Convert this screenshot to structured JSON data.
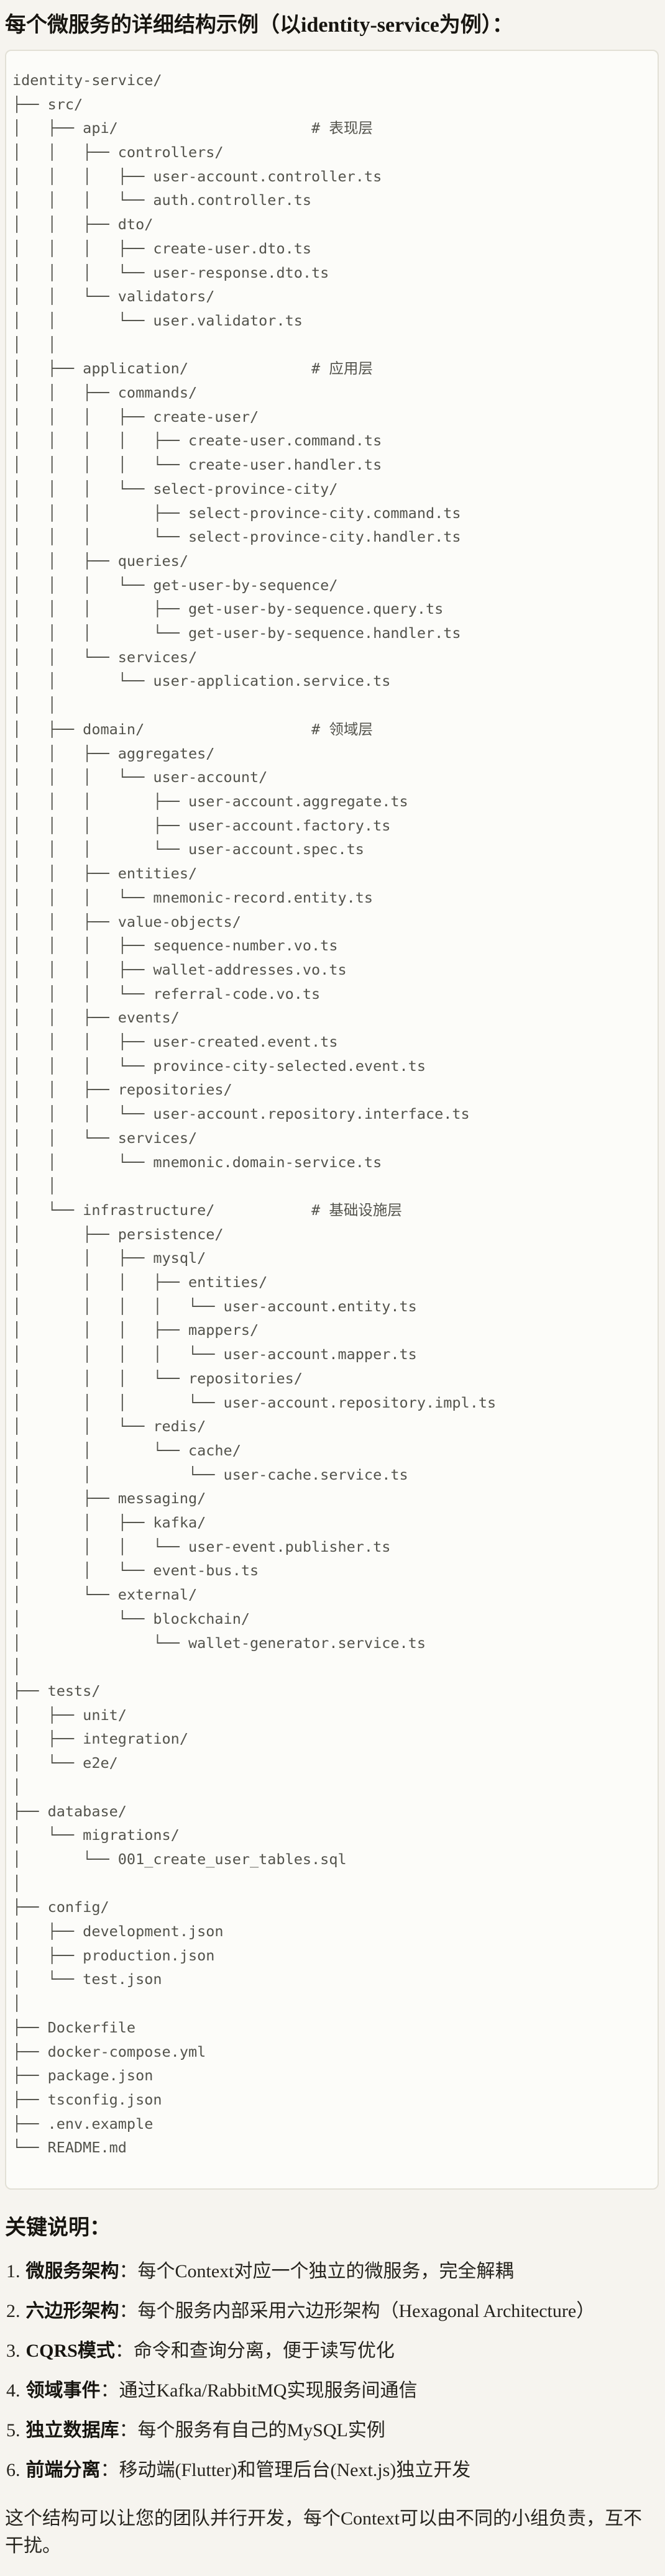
{
  "page": {
    "title": "每个微服务的详细结构示例（以identity-service为例）：",
    "notes_heading": "关键说明：",
    "closing": "这个结构可以让您的团队并行开发，每个Context可以由不同的小组负责，互不干扰。"
  },
  "colors": {
    "page_background": "#f6f4ef",
    "code_background": "#fcfcf9",
    "code_border": "#e2e0d6",
    "code_text": "#53534c",
    "heading_text": "#171510",
    "body_text": "#26241e"
  },
  "file_tree": {
    "root": "identity-service/",
    "layer_comments": [
      "# 表现层",
      "# 应用层",
      "# 领域层",
      "# 基础设施层"
    ],
    "lines": [
      "identity-service/",
      "├── src/",
      "│   ├── api/                      # 表现层",
      "│   │   ├── controllers/",
      "│   │   │   ├── user-account.controller.ts",
      "│   │   │   └── auth.controller.ts",
      "│   │   ├── dto/",
      "│   │   │   ├── create-user.dto.ts",
      "│   │   │   └── user-response.dto.ts",
      "│   │   └── validators/",
      "│   │       └── user.validator.ts",
      "│   │",
      "│   ├── application/              # 应用层",
      "│   │   ├── commands/",
      "│   │   │   ├── create-user/",
      "│   │   │   │   ├── create-user.command.ts",
      "│   │   │   │   └── create-user.handler.ts",
      "│   │   │   └── select-province-city/",
      "│   │   │       ├── select-province-city.command.ts",
      "│   │   │       └── select-province-city.handler.ts",
      "│   │   ├── queries/",
      "│   │   │   └── get-user-by-sequence/",
      "│   │   │       ├── get-user-by-sequence.query.ts",
      "│   │   │       └── get-user-by-sequence.handler.ts",
      "│   │   └── services/",
      "│   │       └── user-application.service.ts",
      "│   │",
      "│   ├── domain/                   # 领域层",
      "│   │   ├── aggregates/",
      "│   │   │   └── user-account/",
      "│   │   │       ├── user-account.aggregate.ts",
      "│   │   │       ├── user-account.factory.ts",
      "│   │   │       └── user-account.spec.ts",
      "│   │   ├── entities/",
      "│   │   │   └── mnemonic-record.entity.ts",
      "│   │   ├── value-objects/",
      "│   │   │   ├── sequence-number.vo.ts",
      "│   │   │   ├── wallet-addresses.vo.ts",
      "│   │   │   └── referral-code.vo.ts",
      "│   │   ├── events/",
      "│   │   │   ├── user-created.event.ts",
      "│   │   │   └── province-city-selected.event.ts",
      "│   │   ├── repositories/",
      "│   │   │   └── user-account.repository.interface.ts",
      "│   │   └── services/",
      "│   │       └── mnemonic.domain-service.ts",
      "│   │",
      "│   └── infrastructure/           # 基础设施层",
      "│       ├── persistence/",
      "│       │   ├── mysql/",
      "│       │   │   ├── entities/",
      "│       │   │   │   └── user-account.entity.ts",
      "│       │   │   ├── mappers/",
      "│       │   │   │   └── user-account.mapper.ts",
      "│       │   │   └── repositories/",
      "│       │   │       └── user-account.repository.impl.ts",
      "│       │   └── redis/",
      "│       │       └── cache/",
      "│       │           └── user-cache.service.ts",
      "│       ├── messaging/",
      "│       │   ├── kafka/",
      "│       │   │   └── user-event.publisher.ts",
      "│       │   └── event-bus.ts",
      "│       └── external/",
      "│           └── blockchain/",
      "│               └── wallet-generator.service.ts",
      "│",
      "├── tests/",
      "│   ├── unit/",
      "│   ├── integration/",
      "│   └── e2e/",
      "│",
      "├── database/",
      "│   └── migrations/",
      "│       └── 001_create_user_tables.sql",
      "│",
      "├── config/",
      "│   ├── development.json",
      "│   ├── production.json",
      "│   └── test.json",
      "│",
      "├── Dockerfile",
      "├── docker-compose.yml",
      "├── package.json",
      "├── tsconfig.json",
      "├── .env.example",
      "└── README.md"
    ]
  },
  "notes": [
    {
      "num": "1.",
      "term": "微服务架构",
      "desc": "：每个Context对应一个独立的微服务，完全解耦"
    },
    {
      "num": "2.",
      "term": "六边形架构",
      "desc": "：每个服务内部采用六边形架构（Hexagonal Architecture）"
    },
    {
      "num": "3.",
      "term": "CQRS模式",
      "desc": "：命令和查询分离，便于读写优化"
    },
    {
      "num": "4.",
      "term": "领域事件",
      "desc": "：通过Kafka/RabbitMQ实现服务间通信"
    },
    {
      "num": "5.",
      "term": "独立数据库",
      "desc": "：每个服务有自己的MySQL实例"
    },
    {
      "num": "6.",
      "term": "前端分离",
      "desc": "：移动端(Flutter)和管理后台(Next.js)独立开发"
    }
  ]
}
